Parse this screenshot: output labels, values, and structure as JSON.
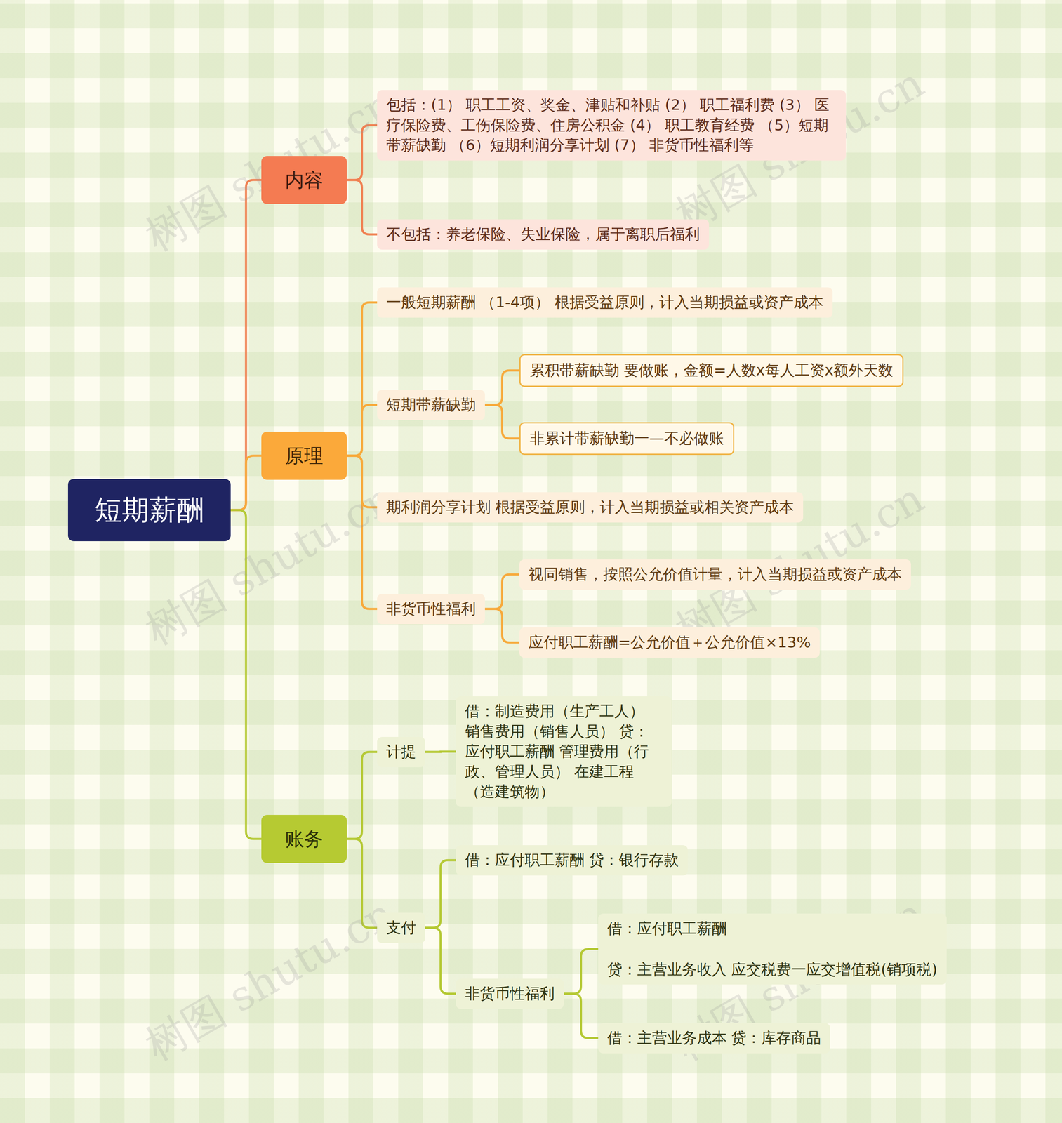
{
  "diagram": {
    "nodes": [
      {
        "text": [
          "短期薪酬"
        ]
      },
      {
        "text": [
          "内容"
        ]
      },
      {
        "text": [
          "包括：(1） 职工工资、奖金、津贴和补贴 (2） 职工福利费 (3） 医疗保险费、工伤保险费、住房公积金 (4） 职工教育经费 （5）短期带薪缺勤 （6）短期利润分享计划 (7） 非货币性福利等"
        ]
      },
      {
        "text": [
          "不包括：养老保险、失业保险，属于离职后福利"
        ]
      },
      {
        "text": [
          "原理"
        ]
      },
      {
        "text": [
          "一般短期薪酬 （1-4项） 根据受益原则，计入当期损益或资产成本"
        ]
      },
      {
        "text": [
          "短期带薪缺勤"
        ]
      },
      {
        "text": [
          "累积带薪缺勤 要做账，金额=人数x每人工资x额外天数"
        ]
      },
      {
        "text": [
          "非累计带薪缺勤一—不必做账"
        ]
      },
      {
        "text": [
          "期利润分享计划 根据受益原则，计入当期损益或相关资产成本"
        ]
      },
      {
        "text": [
          "非货币性福利"
        ]
      },
      {
        "text": [
          "视同销售，按照公允价值计量，计入当期损益或资产成本"
        ]
      },
      {
        "text": [
          "应付职工薪酬=公允价值＋公允价值×13%"
        ]
      },
      {
        "text": [
          "账务"
        ]
      },
      {
        "text": [
          "计提"
        ]
      },
      {
        "text": [
          "借：制造费用（生产工人） 销售费用（销售人员） 贷：应付职工薪酬 管理费用（行政、管理人员） 在建工程（造建筑物）"
        ]
      },
      {
        "text": [
          "支付"
        ]
      },
      {
        "text": [
          "借：应付职工薪酬 贷：银行存款"
        ]
      },
      {
        "text": [
          "非货币性福利"
        ]
      },
      {
        "text": [
          "借：应付职工薪酬",
          "贷：主营业务收入 应交税费一应交增值税(销项税)"
        ]
      },
      {
        "text": [
          "借：主营业务成本 贷：库存商品"
        ]
      }
    ],
    "edges": [
      {
        "from": 0,
        "to": 1,
        "arrow": "none"
      },
      {
        "from": 0,
        "to": 4,
        "arrow": "none"
      },
      {
        "from": 0,
        "to": 13,
        "arrow": "none"
      },
      {
        "from": 1,
        "to": 2,
        "arrow": "none"
      },
      {
        "from": 1,
        "to": 3,
        "arrow": "none"
      },
      {
        "from": 4,
        "to": 5,
        "arrow": "none"
      },
      {
        "from": 4,
        "to": 6,
        "arrow": "none"
      },
      {
        "from": 4,
        "to": 9,
        "arrow": "none"
      },
      {
        "from": 4,
        "to": 10,
        "arrow": "none"
      },
      {
        "from": 6,
        "to": 7,
        "arrow": "none"
      },
      {
        "from": 6,
        "to": 8,
        "arrow": "none"
      },
      {
        "from": 10,
        "to": 11,
        "arrow": "none"
      },
      {
        "from": 10,
        "to": 12,
        "arrow": "none"
      },
      {
        "from": 13,
        "to": 14,
        "arrow": "none"
      },
      {
        "from": 13,
        "to": 16,
        "arrow": "none"
      },
      {
        "from": 14,
        "to": 15,
        "arrow": "none"
      },
      {
        "from": 16,
        "to": 17,
        "arrow": "none"
      },
      {
        "from": 16,
        "to": 18,
        "arrow": "none"
      },
      {
        "from": 18,
        "to": 19,
        "arrow": "none"
      },
      {
        "from": 18,
        "to": 20,
        "arrow": "none"
      }
    ],
    "labels": [
      "树图 shutu.cn",
      "树图 shutu.cn",
      "树图 shutu.cn",
      "树图 shutu.cn",
      "树图 shutu.cn",
      "树图 shutu.cn"
    ]
  }
}
